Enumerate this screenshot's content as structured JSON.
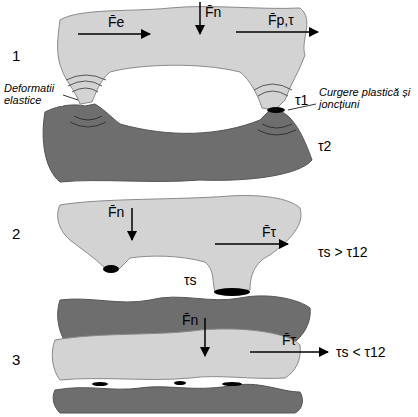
{
  "diagram": {
    "labels": [
      "1",
      "F̄e",
      "F̄n",
      "F̄p,τ",
      "Deformatii elastice",
      "τ1",
      "Curgere plastică și joncțiuni",
      "τ2",
      "2",
      "F̄n",
      "F̄τ",
      "τs > τ12",
      "τs",
      "3",
      "F̄n",
      "F̄τ",
      "τs < τ12"
    ]
  }
}
